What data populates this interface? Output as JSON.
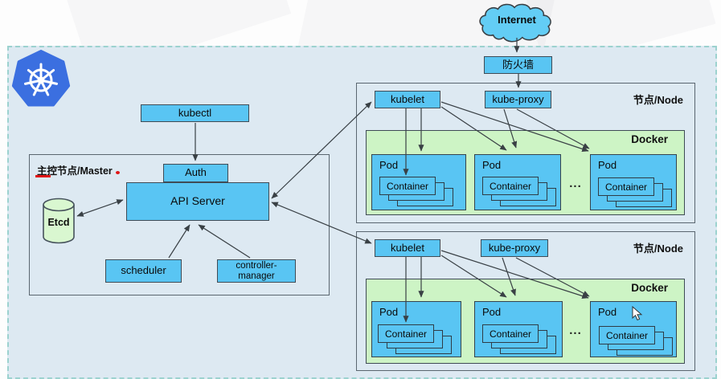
{
  "colors": {
    "panel_bg": "#dde9f2",
    "box_blue": "#59c5f3",
    "docker_green": "#cdf4c5",
    "etcd_green": "#d9f7d0",
    "k8s_logo_blue": "#3b6fe0",
    "line": "#394045",
    "accent_red": "#e01616"
  },
  "internet": {
    "label": "Internet"
  },
  "firewall": {
    "label": "防火墙"
  },
  "master": {
    "title": "主控节点/Master",
    "kubectl_label": "kubectl",
    "auth_label": "Auth",
    "api_server_label": "API Server",
    "etcd_label": "Etcd",
    "scheduler_label": "scheduler",
    "controller_manager_label": "controller-\nmanager"
  },
  "nodes": [
    {
      "title": "节点/Node",
      "docker_label": "Docker",
      "kubelet_label": "kubelet",
      "kube_proxy_label": "kube-proxy",
      "ellipsis": "...",
      "pods": [
        {
          "label": "Pod",
          "container_label": "Container"
        },
        {
          "label": "Pod",
          "container_label": "Container"
        },
        {
          "label": "Pod",
          "container_label": "Container"
        }
      ]
    },
    {
      "title": "节点/Node",
      "docker_label": "Docker",
      "kubelet_label": "kubelet",
      "kube_proxy_label": "kube-proxy",
      "ellipsis": "...",
      "pods": [
        {
          "label": "Pod",
          "container_label": "Container"
        },
        {
          "label": "Pod",
          "container_label": "Container"
        },
        {
          "label": "Pod",
          "container_label": "Container"
        }
      ]
    }
  ]
}
